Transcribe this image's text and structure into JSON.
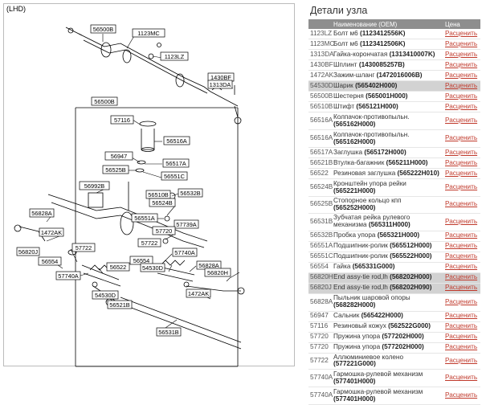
{
  "diagram": {
    "corner_label": "(LHD)",
    "labels": [
      "56500B",
      "1123MC",
      "1123LZ",
      "1430BF",
      "1313DA",
      "56500B",
      "57116",
      "56516A",
      "56947",
      "56517A",
      "56525B",
      "56551C",
      "56992B",
      "56510B",
      "56532B",
      "56524B",
      "56828A",
      "56551A",
      "57739A",
      "1472AK",
      "57720",
      "57722",
      "56820J",
      "56554",
      "57722",
      "57740A",
      "57740A",
      "56522",
      "56554",
      "56828A",
      "54530D",
      "56820H",
      "54530D",
      "56521B",
      "1472AK",
      "56531B"
    ]
  },
  "panel": {
    "title": "Детали узла",
    "headers": [
      "",
      "Наименование (OEM)",
      "Цена"
    ],
    "rows": [
      {
        "code": "1123LZ",
        "name": "Болт м6",
        "oem": "(1123412556K)",
        "price": "Расценить",
        "hl": false
      },
      {
        "code": "1123MC",
        "name": "Болт м6",
        "oem": "(1123412506K)",
        "price": "Расценить",
        "hl": false
      },
      {
        "code": "1313DA",
        "name": "Гайка-корончатая",
        "oem": "(1313410007K)",
        "price": "Расценить",
        "hl": false
      },
      {
        "code": "1430BF",
        "name": "Шплинт",
        "oem": "(1430085257B)",
        "price": "Расценить",
        "hl": false
      },
      {
        "code": "1472AK",
        "name": "Зажим-шланг",
        "oem": "(1472016006B)",
        "price": "Расценить",
        "hl": false
      },
      {
        "code": "54530D",
        "name": "Шарик",
        "oem": "(565402H000)",
        "price": "Расценить",
        "hl": true
      },
      {
        "code": "56500B",
        "name": "Шестерня",
        "oem": "(565001H000)",
        "price": "Расценить",
        "hl": false
      },
      {
        "code": "56510B",
        "name": "Штифт",
        "oem": "(565121H000)",
        "price": "Расценить",
        "hl": false
      },
      {
        "code": "56516A",
        "name": "Колпачок-противопыльн.",
        "oem": "(565162H000)",
        "price": "Расценить",
        "hl": false
      },
      {
        "code": "56516A",
        "name": "Колпачок-противопыльн.",
        "oem": "(565162H000)",
        "price": "Расценить",
        "hl": false
      },
      {
        "code": "56517A",
        "name": "Заглушка",
        "oem": "(565172H000)",
        "price": "Расценить",
        "hl": false
      },
      {
        "code": "56521B",
        "name": "Втулка-багажник",
        "oem": "(565211H000)",
        "price": "Расценить",
        "hl": false
      },
      {
        "code": "56522",
        "name": "Резиновая заглушка",
        "oem": "(565222H010)",
        "price": "Расценить",
        "hl": false
      },
      {
        "code": "56524B",
        "name": "Кронштейн упора рейки",
        "oem": "(565221H000)",
        "price": "Расценить",
        "hl": false
      },
      {
        "code": "56525B",
        "name": "Стопорное кольцо кпп",
        "oem": "(565252H000)",
        "price": "Расценить",
        "hl": false
      },
      {
        "code": "56531B",
        "name": "Зубчатая рейка рулевого механизма",
        "oem": "(565311H000)",
        "price": "Расценить",
        "hl": false
      },
      {
        "code": "56532B",
        "name": "Пробка упора",
        "oem": "(565321H000)",
        "price": "Расценить",
        "hl": false
      },
      {
        "code": "56551A",
        "name": "Подшипник-ролик",
        "oem": "(565512H000)",
        "price": "Расценить",
        "hl": false
      },
      {
        "code": "56551C",
        "name": "Подшипник-ролик",
        "oem": "(565522H000)",
        "price": "Расценить",
        "hl": false
      },
      {
        "code": "56554",
        "name": "Гайка",
        "oem": "(565331G000)",
        "price": "Расценить",
        "hl": false
      },
      {
        "code": "56820H",
        "name": "End assy-tie rod,lh",
        "oem": "(568202H000)",
        "price": "Расценить",
        "hl": true
      },
      {
        "code": "56820J",
        "name": "End assy-tie rod,lh",
        "oem": "(568202H090)",
        "price": "Расценить",
        "hl": true
      },
      {
        "code": "56828A",
        "name": "Пыльник шаровой опоры",
        "oem": "(568282H000)",
        "price": "Расценить",
        "hl": false
      },
      {
        "code": "56947",
        "name": "Сальник",
        "oem": "(565422H000)",
        "price": "Расценить",
        "hl": false
      },
      {
        "code": "57116",
        "name": "Резиновый кожух",
        "oem": "(562522G000)",
        "price": "Расценить",
        "hl": false
      },
      {
        "code": "57720",
        "name": "Пружина упора",
        "oem": "(577202H000)",
        "price": "Расценить",
        "hl": false
      },
      {
        "code": "57720",
        "name": "Пружина упора",
        "oem": "(577202H000)",
        "price": "Расценить",
        "hl": false
      },
      {
        "code": "57722",
        "name": "Аллюминиевое колено",
        "oem": "(577221G000)",
        "price": "Расценить",
        "hl": false
      },
      {
        "code": "57740A",
        "name": "Гармошка-рулевой механизм",
        "oem": "(577401H000)",
        "price": "Расценить",
        "hl": false
      },
      {
        "code": "57740A",
        "name": "Гармошка-рулевой механизм",
        "oem": "(577401H000)",
        "price": "Расценить",
        "hl": false
      }
    ]
  }
}
